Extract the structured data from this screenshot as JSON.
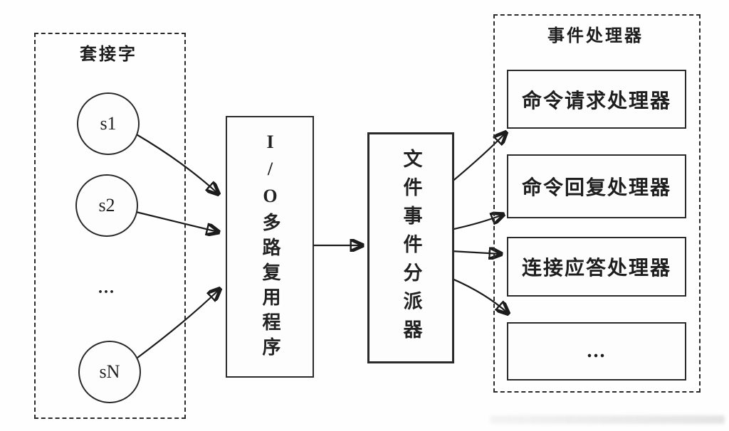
{
  "diagram": {
    "background": "#fefefe",
    "line_color": "#1c1c1c",
    "sockets_group": {
      "title": "套接字",
      "nodes": [
        {
          "label": "s1"
        },
        {
          "label": "s2"
        },
        {
          "label": "..."
        },
        {
          "label": "sN"
        }
      ]
    },
    "multiplexer": {
      "label": "I/O多路复用程序"
    },
    "dispatcher": {
      "label": "文件事件分派器"
    },
    "handlers_group": {
      "title": "事件处理器",
      "handlers": [
        {
          "label": "命令请求处理器"
        },
        {
          "label": "命令回复处理器"
        },
        {
          "label": "连接应答处理器"
        },
        {
          "label": "..."
        }
      ]
    }
  }
}
